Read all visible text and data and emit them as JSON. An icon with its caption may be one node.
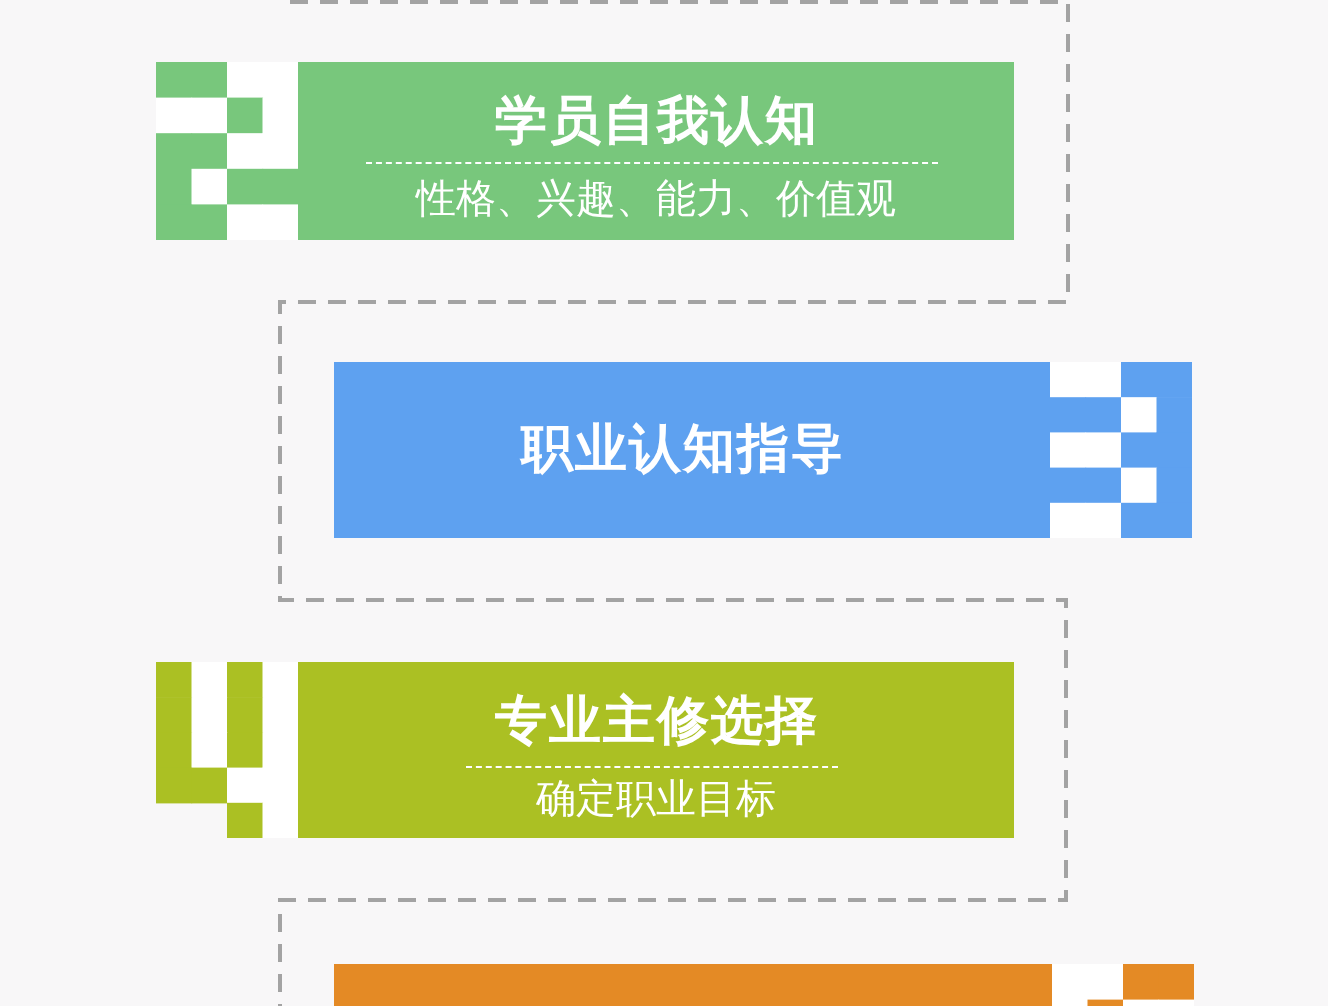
{
  "diagram": {
    "nodes": [
      {
        "text": [
          "学员自我认知",
          "性格、兴趣、能力、价值观"
        ]
      },
      {
        "text": [
          "职业认知指导"
        ]
      },
      {
        "text": [
          "专业主修选择",
          "确定职业目标"
        ]
      },
      {
        "text": [],
        "shape": "box"
      }
    ]
  }
}
